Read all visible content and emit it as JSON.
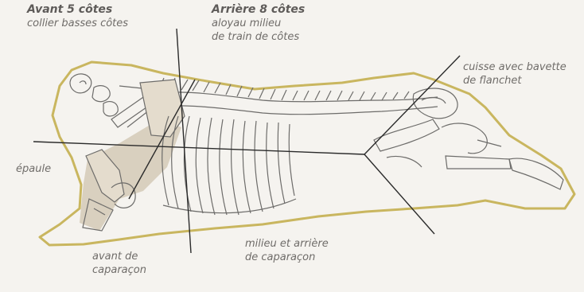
{
  "colors": {
    "outline": "#c9b65f",
    "bone": "#6d6c6a",
    "cut_line": "#2b2b2b",
    "shade": "#d9d0bf",
    "text": "#6f6c69"
  },
  "labels": {
    "front": {
      "title": "Avant 5 côtes",
      "line1": "collier basses côtes"
    },
    "rear": {
      "title": "Arrière 8 côtes",
      "line1": "aloyau milieu",
      "line2": "de train de côtes"
    },
    "thigh": {
      "line1": "cuisse avec bavette",
      "line2": "de flanchet"
    },
    "shoulder": {
      "line1": "épaule"
    },
    "front_caparacon": {
      "line1": "avant de",
      "line2": "caparaçon"
    },
    "middle_caparacon": {
      "line1": "milieu et arrière",
      "line2": "de caparaçon"
    }
  }
}
